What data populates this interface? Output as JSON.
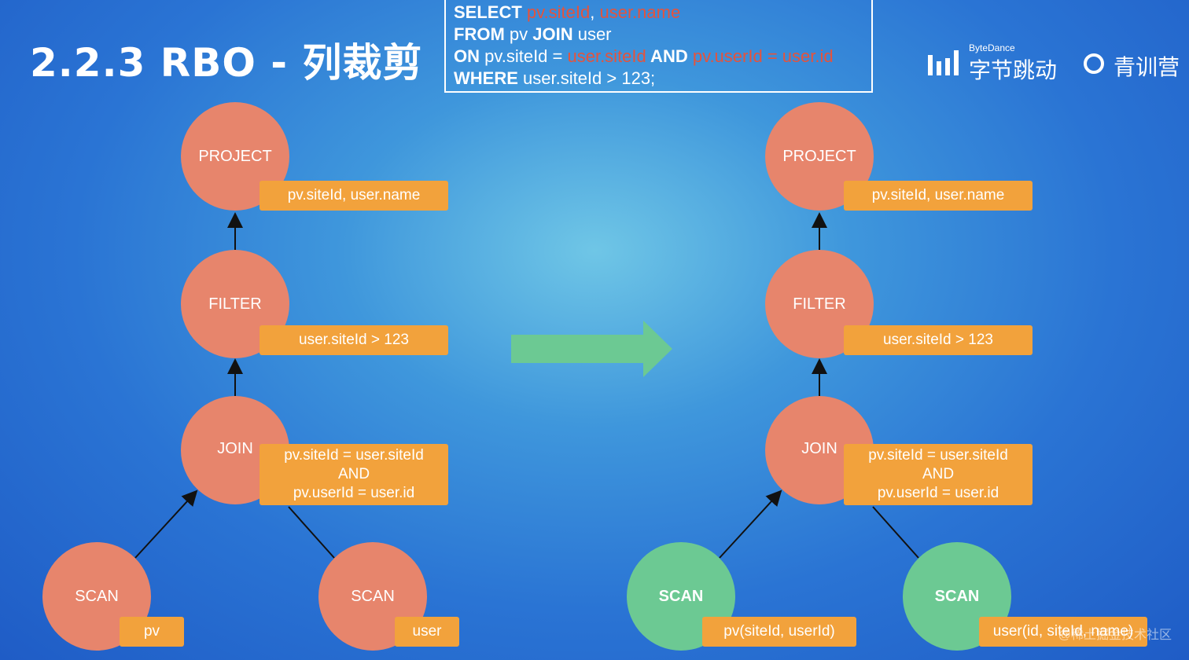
{
  "title": "2.2.3  RBO - 列裁剪",
  "sql": {
    "line1": {
      "kw": "SELECT",
      "a": "pv.siteId",
      "sep": ", ",
      "b": "user.name"
    },
    "line2": {
      "kw1": "FROM",
      "mid": " pv ",
      "kw2": "JOIN",
      "rest": " user"
    },
    "line3": {
      "kw1": "ON",
      "mid1": " pv.siteId = ",
      "a": "user.siteId",
      "kw2": " AND ",
      "b": "pv.userId",
      "eq": " = ",
      "c": "user.id"
    },
    "line4": {
      "kw": "WHERE",
      "rest": " user.siteId > 123;"
    }
  },
  "logos": {
    "bytedance_en": "ByteDance",
    "bytedance_cn": "字节跳动",
    "qingxun_cn": "青训营"
  },
  "colors": {
    "node_default": "#e7856c",
    "node_pruned": "#6cc993",
    "label": "#f2a23c",
    "sql_highlight": "#e5533c",
    "arrow": "#6cc993"
  },
  "diagram": {
    "left": {
      "project": {
        "name": "PROJECT",
        "label": "pv.siteId, user.name"
      },
      "filter": {
        "name": "FILTER",
        "label": "user.siteId > 123"
      },
      "join": {
        "name": "JOIN",
        "label1": "pv.siteId = user.siteId",
        "label2": "AND",
        "label3": "pv.userId = user.id"
      },
      "scan_pv": {
        "name": "SCAN",
        "label": "pv"
      },
      "scan_user": {
        "name": "SCAN",
        "label": "user"
      }
    },
    "right": {
      "project": {
        "name": "PROJECT",
        "label": "pv.siteId, user.name"
      },
      "filter": {
        "name": "FILTER",
        "label": "user.siteId > 123"
      },
      "join": {
        "name": "JOIN",
        "label1": "pv.siteId = user.siteId",
        "label2": "AND",
        "label3": "pv.userId = user.id"
      },
      "scan_pv": {
        "name": "SCAN",
        "label": "pv(siteId, userId)"
      },
      "scan_user": {
        "name": "SCAN",
        "label": "user(id, siteId, name)"
      }
    }
  },
  "watermark": "@稀土掘金技术社区"
}
